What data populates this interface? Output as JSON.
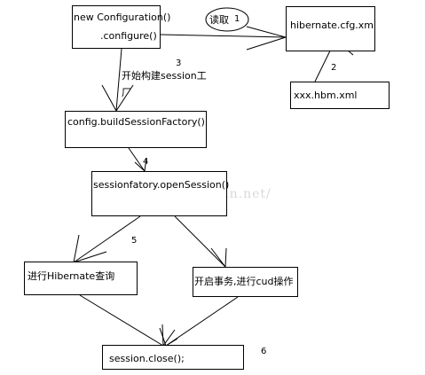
{
  "boxes": {
    "configuration_line1": "new Configuration()",
    "configuration_line2": ".configure()",
    "cfg_xml": "hibernate.cfg.xml",
    "hbm_xml": "xxx.hbm.xml",
    "build_factory": "config.buildSessionFactory()",
    "open_session": "sessionfatory.openSession()",
    "query": "进行Hibernate查询",
    "transaction": "开启事务,进行cud操作",
    "close": "session.close();"
  },
  "labels": {
    "read": "读取",
    "read_num": "1",
    "build_line1": "开始构建session工",
    "build_line2": "厂",
    "step2": "2",
    "step3": "3",
    "step4": "4",
    "step5": "5",
    "step6": "6"
  },
  "watermark": "http://blog.csdn.net/"
}
